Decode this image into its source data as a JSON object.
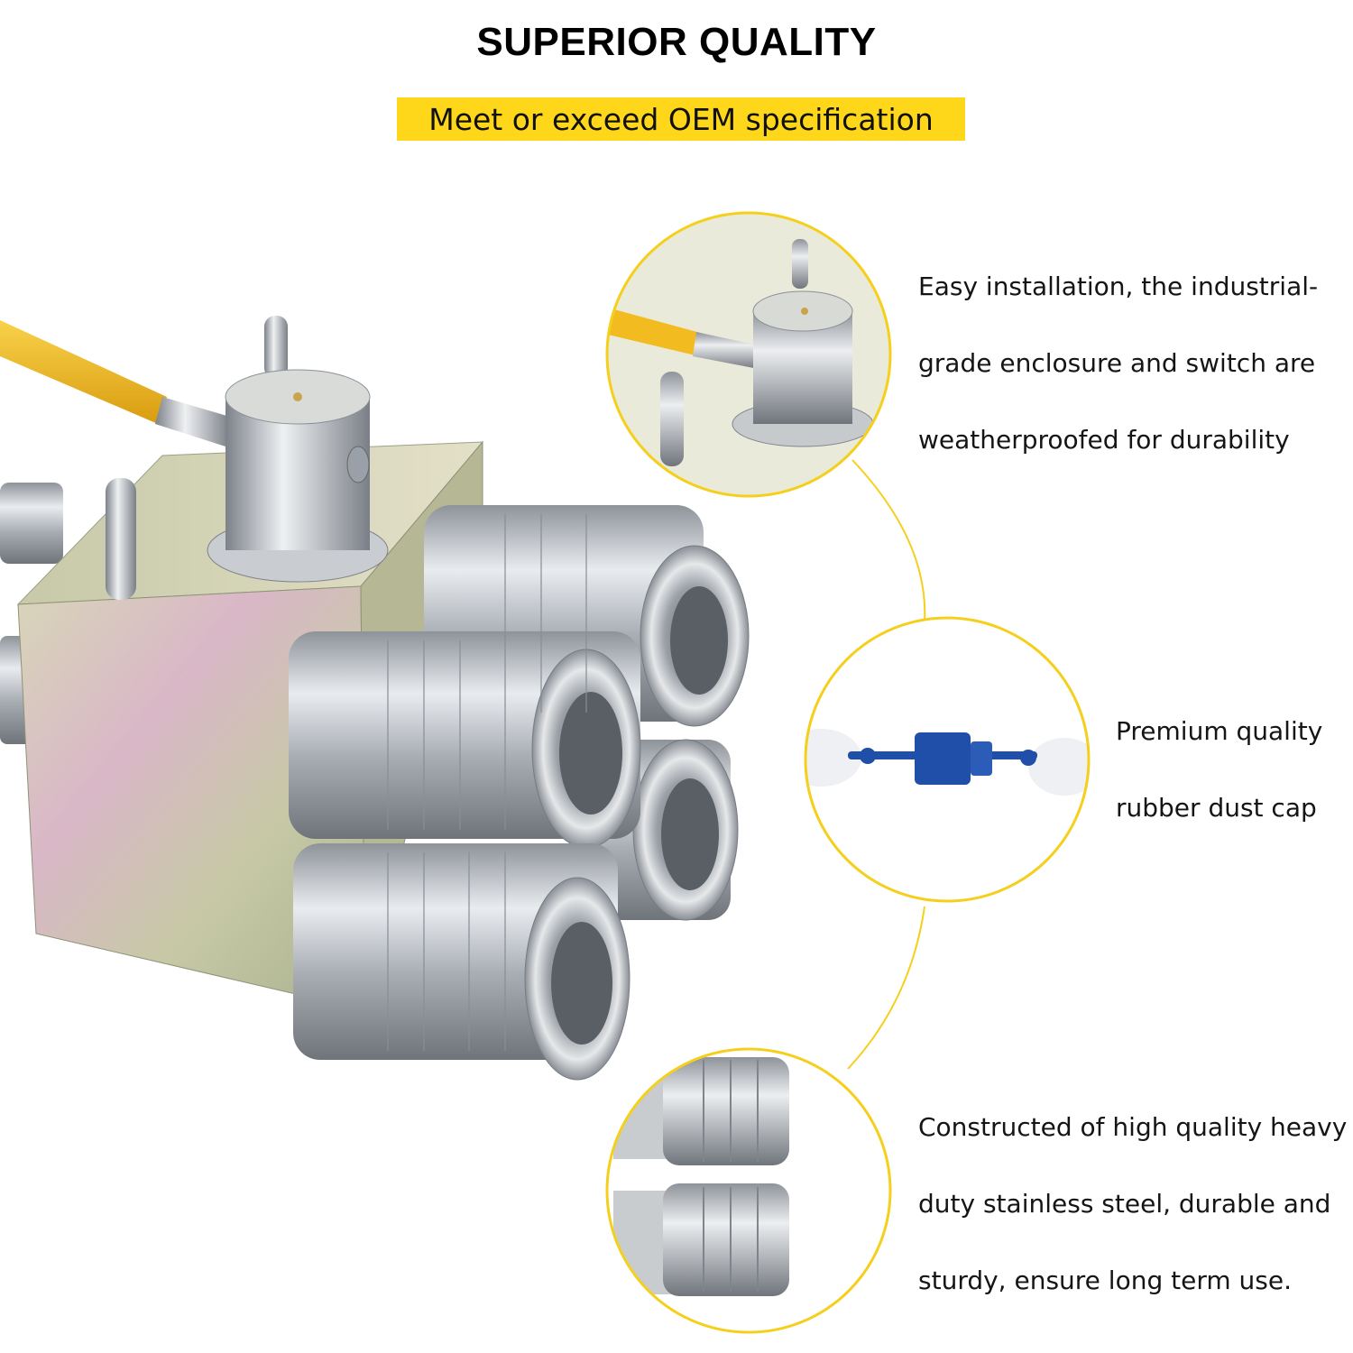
{
  "header": {
    "title": "SUPERIOR QUALITY",
    "subtitle": "Meet or exceed OEM specification"
  },
  "features": [
    {
      "icon": "switch-valve-closeup",
      "lines": [
        "Easy installation, the industrial-",
        "grade enclosure and switch are",
        "weatherproofed for durability"
      ]
    },
    {
      "icon": "blue-dust-cap-closeup",
      "lines": [
        "Premium quality",
        "rubber dust cap"
      ]
    },
    {
      "icon": "stainless-couplers-closeup",
      "lines": [
        "Constructed of high quality heavy",
        "duty stainless steel, durable and",
        "sturdy, ensure long term use."
      ]
    }
  ],
  "colors": {
    "accent": "#ffd71a",
    "callout_ring": "#f5cf1c",
    "steel": "#b8bcc2",
    "handle": "#f2b81c",
    "cap_blue": "#1f4fa8"
  }
}
